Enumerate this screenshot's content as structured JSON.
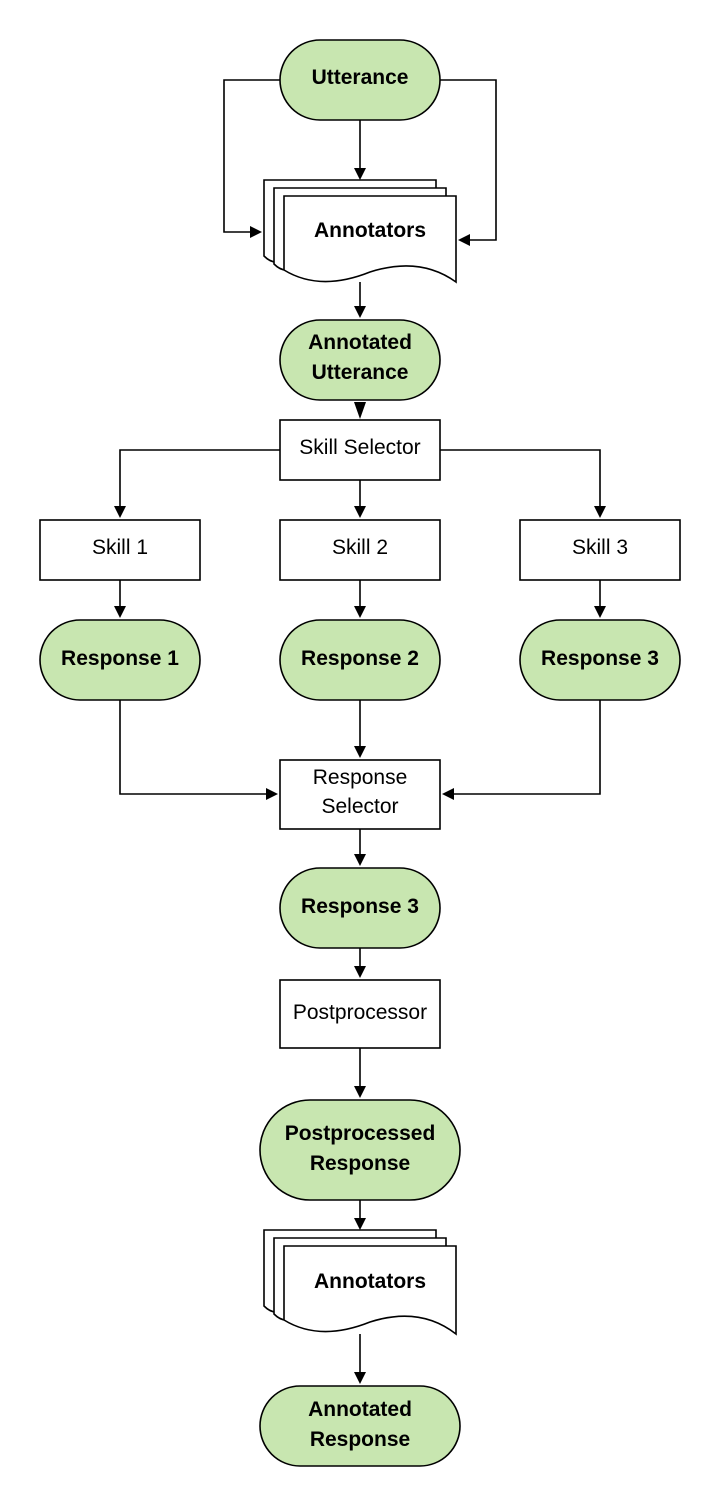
{
  "nodes": {
    "utterance": "Utterance",
    "annotators_top": "Annotators",
    "annotated_utterance": [
      "Annotated",
      "Utterance"
    ],
    "skill_selector": "Skill Selector",
    "skill_1": "Skill 1",
    "skill_2": "Skill 2",
    "skill_3": "Skill 3",
    "response_1": "Response 1",
    "response_2": "Response 2",
    "response_3": "Response 3",
    "response_selector": [
      "Response",
      "Selector"
    ],
    "selected_response": "Response 3",
    "postprocessor": "Postprocessor",
    "postprocessed_response": [
      "Postprocessed",
      "Response"
    ],
    "annotators_bottom": "Annotators",
    "annotated_response": [
      "Annotated",
      "Response"
    ]
  },
  "colors": {
    "terminal_fill": "#c8e6b0",
    "stroke": "#000000",
    "process_fill": "#ffffff"
  }
}
